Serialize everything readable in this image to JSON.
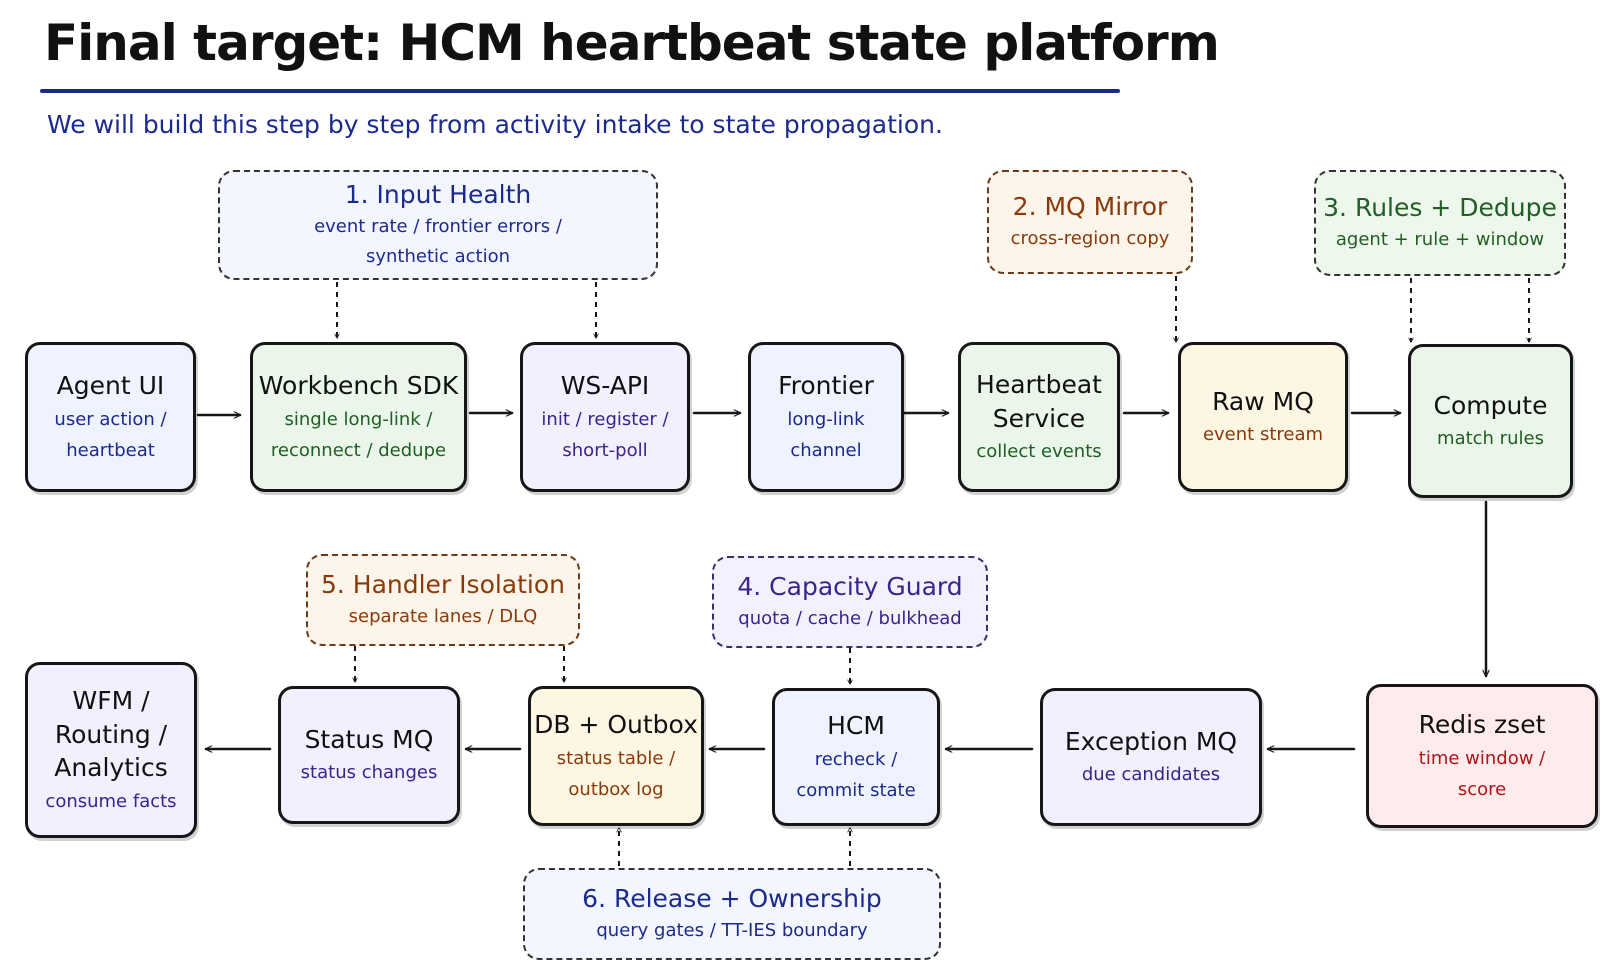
{
  "header": {
    "title": "Final target: HCM heartbeat state platform",
    "subtitle": "We will build this step by step from activity intake to state propagation."
  },
  "colors": {
    "title_rule": "#1c2a8c",
    "stroke": "#161616",
    "blue_text": "#1c2a8c",
    "green_text": "#1f5e24",
    "purple_text": "#3a248c",
    "orange_text": "#8a3a0a",
    "red_text": "#b3121a"
  },
  "nodes": {
    "agent_ui": {
      "name": "Agent UI",
      "desc": [
        "user action /",
        "heartbeat"
      ],
      "desc_color": "#1c2a8c"
    },
    "workbench_sdk": {
      "name": "Workbench SDK",
      "desc": [
        "single long-link /",
        "reconnect / dedupe"
      ],
      "desc_color": "#1f5e24"
    },
    "ws_api": {
      "name": "WS-API",
      "desc": [
        "init / register /",
        "short-poll"
      ],
      "desc_color": "#3a248c"
    },
    "frontier": {
      "name": "Frontier",
      "desc": [
        "long-link",
        "channel"
      ],
      "desc_color": "#1c2a8c"
    },
    "heartbeat_service": {
      "name": [
        "Heartbeat",
        "Service"
      ],
      "desc": [
        "collect events"
      ],
      "desc_color": "#1f5e24"
    },
    "raw_mq": {
      "name": "Raw MQ",
      "desc": [
        "event stream"
      ],
      "desc_color": "#8a3a0a"
    },
    "compute": {
      "name": "Compute",
      "desc": [
        "match rules"
      ],
      "desc_color": "#1f5e24"
    },
    "redis_zset": {
      "name": "Redis zset",
      "desc": [
        "time window /",
        "score"
      ],
      "desc_color": "#b3121a"
    },
    "exception_mq": {
      "name": "Exception MQ",
      "desc": [
        "due candidates"
      ],
      "desc_color": "#3a248c"
    },
    "hcm": {
      "name": "HCM",
      "desc": [
        "recheck /",
        "commit state"
      ],
      "desc_color": "#1c2a8c"
    },
    "db_outbox": {
      "name": "DB + Outbox",
      "desc": [
        "status table /",
        "outbox log"
      ],
      "desc_color": "#8a3a0a"
    },
    "status_mq": {
      "name": "Status MQ",
      "desc": [
        "status changes"
      ],
      "desc_color": "#3a248c"
    },
    "wfm": {
      "name": [
        "WFM /",
        "Routing /",
        "Analytics"
      ],
      "desc": [
        "consume facts"
      ],
      "desc_color": "#3a248c"
    }
  },
  "notes": {
    "input_health": {
      "name": "1. Input Health",
      "desc": [
        "event rate / frontier errors /",
        "synthetic action"
      ]
    },
    "mq_mirror": {
      "name": "2. MQ Mirror",
      "desc": [
        "cross-region copy"
      ]
    },
    "rules_dedupe": {
      "name": "3. Rules + Dedupe",
      "desc": [
        "agent + rule + window"
      ]
    },
    "capacity_guard": {
      "name": "4. Capacity Guard",
      "desc": [
        "quota / cache / bulkhead"
      ]
    },
    "handler_isolation": {
      "name": "5. Handler Isolation",
      "desc": [
        "separate lanes / DLQ"
      ]
    },
    "release_ownership": {
      "name": "6. Release + Ownership",
      "desc": [
        "query gates / TT-IES boundary"
      ]
    }
  }
}
